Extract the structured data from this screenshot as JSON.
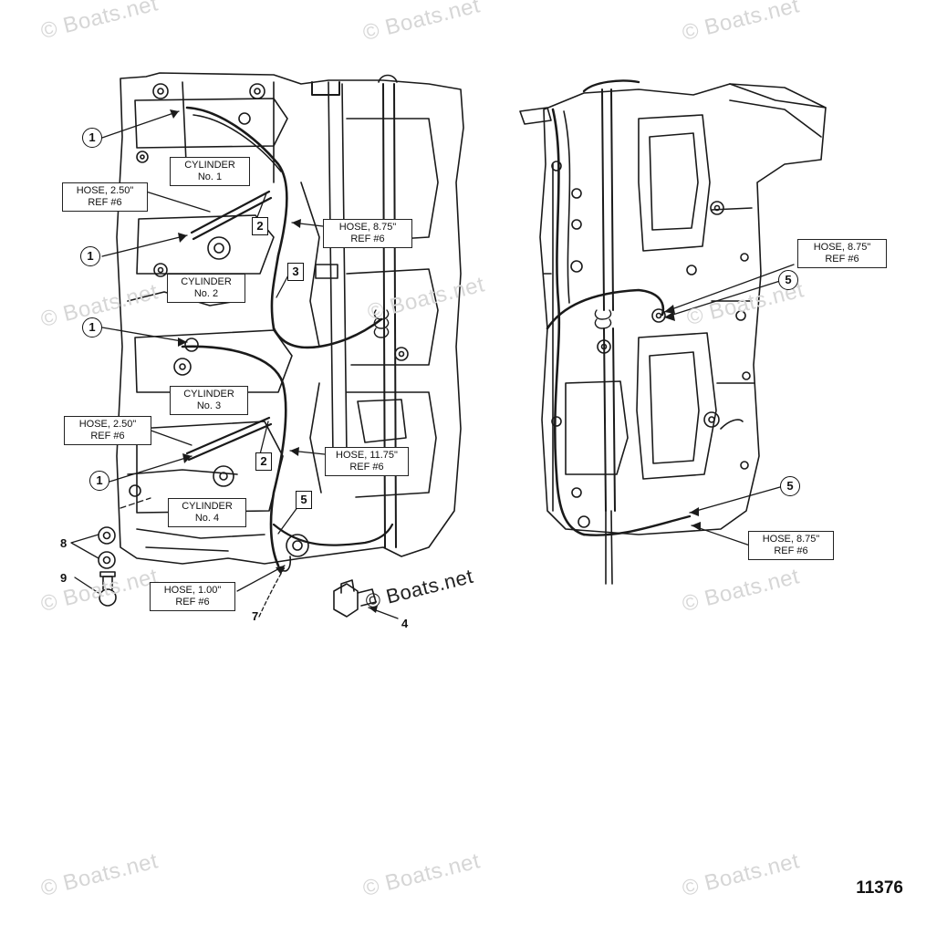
{
  "watermark": "© Boats.net",
  "drawing_number": "11376",
  "left_view": {
    "cylinders": [
      {
        "l1": "CYLINDER",
        "l2": "No. 1"
      },
      {
        "l1": "CYLINDER",
        "l2": "No. 2"
      },
      {
        "l1": "CYLINDER",
        "l2": "No. 3"
      },
      {
        "l1": "CYLINDER",
        "l2": "No. 4"
      }
    ],
    "hoses": [
      {
        "l1": "HOSE, 2.50\"",
        "l2": "REF #6"
      },
      {
        "l1": "HOSE,  8.75\"",
        "l2": "REF #6"
      },
      {
        "l1": "HOSE,   2.50\"",
        "l2": "REF #6"
      },
      {
        "l1": "HOSE, 11.75\"",
        "l2": "REF #6"
      },
      {
        "l1": "HOSE, 1.00\"",
        "l2": "REF #6"
      }
    ],
    "callouts": {
      "c1": "1",
      "c2": "2",
      "c3": "3",
      "c4": "4",
      "c5": "5",
      "c7": "7",
      "c8": "8",
      "c9": "9"
    }
  },
  "right_view": {
    "hoses": [
      {
        "l1": "HOSE, 8.75\"",
        "l2": "REF #6"
      },
      {
        "l1": "HOSE, 8.75\"",
        "l2": "REF #6"
      }
    ],
    "callouts": {
      "c5": "5"
    }
  }
}
